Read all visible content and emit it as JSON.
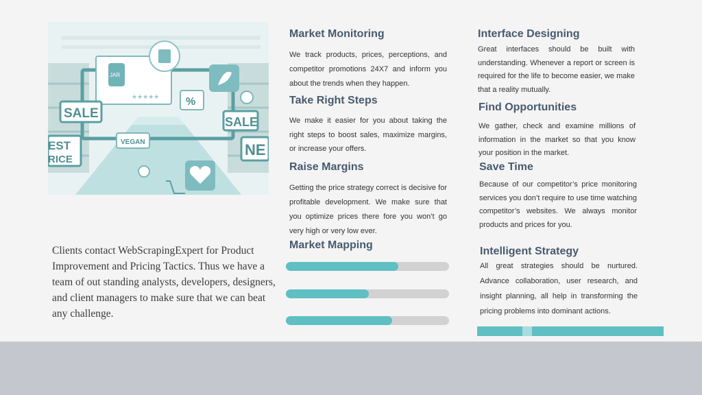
{
  "intro": {
    "text": "Clients contact WebScrapingExpert for Product Improvement and Pricing Tactics. Thus we have a team of out standing analysts, developers, designers, and client managers to make sure that we can beat any challenge."
  },
  "illustration": {
    "signs": [
      "SALE",
      "SALE",
      "VEGAN",
      "EST",
      "RICE",
      "NE",
      "%"
    ]
  },
  "sections": {
    "market_monitoring": {
      "title": "Market Monitoring",
      "body": "We track products, prices, perceptions, and competitor promotions 24X7 and inform you about the trends when they happen."
    },
    "take_right_steps": {
      "title": "Take Right Steps",
      "body": "We make it easier for you about taking the right steps to boost sales, maximize margins, or increase your offers."
    },
    "raise_margins": {
      "title": "Raise Margins",
      "body": "Getting the price strategy correct is decisive for profitable development. We make sure that you optimize prices there fore you won’t go very high or very low ever."
    },
    "market_mapping": {
      "title": "Market Mapping"
    },
    "interface_designing": {
      "title": "Interface Designing",
      "body": "Great interfaces should be built with understanding. Whenever a report or screen is required for the life to become easier, we make that a reality mutually."
    },
    "find_opportunities": {
      "title": "Find Opportunities",
      "body": "We gather, check and examine millions of information in the market so that you know your position in the market."
    },
    "save_time": {
      "title": "Save Time",
      "body": "Because of our competitor’s price monitoring services you don’t require to use time watching competitor’s websites. We always monitor products and prices for you."
    },
    "intelligent_strategy": {
      "title": "Intelligent Strategy",
      "body": "All great strategies should be nurtured. Advance collaboration, user research, and insight planning, all help in transforming the pricing problems into dominant actions."
    }
  },
  "progress_bars": [
    {
      "fraction": 0.69
    },
    {
      "fraction": 0.51
    },
    {
      "fraction": 0.65
    }
  ],
  "colors": {
    "accent": "#5fbfc2",
    "heading": "#475a6e",
    "track": "#d2d2d2",
    "footer": "#c4c7ce"
  }
}
